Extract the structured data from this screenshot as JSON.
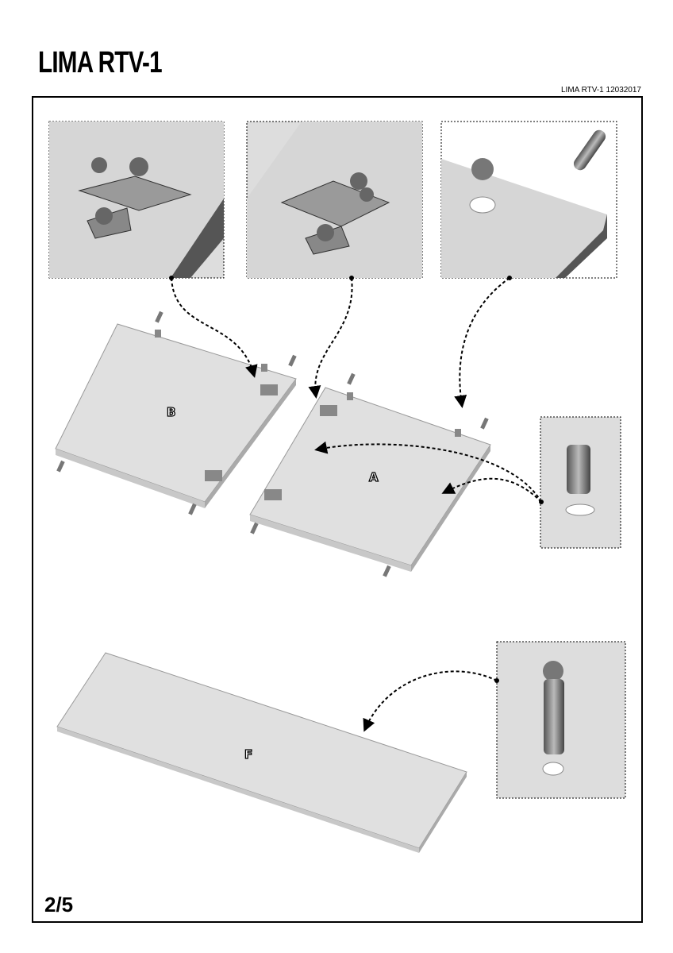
{
  "header": {
    "title": "LIMA RTV-1",
    "doc_code": "LIMA RTV-1 12032017"
  },
  "panels": [
    {
      "label": "B"
    },
    {
      "label": "A"
    },
    {
      "label": "F"
    }
  ],
  "details": [
    "hinge-plate-1",
    "hinge-plate-2",
    "cam-lock-and-dowel",
    "wooden-dowel",
    "cam-bolt"
  ],
  "footer": {
    "page": "2/5"
  }
}
